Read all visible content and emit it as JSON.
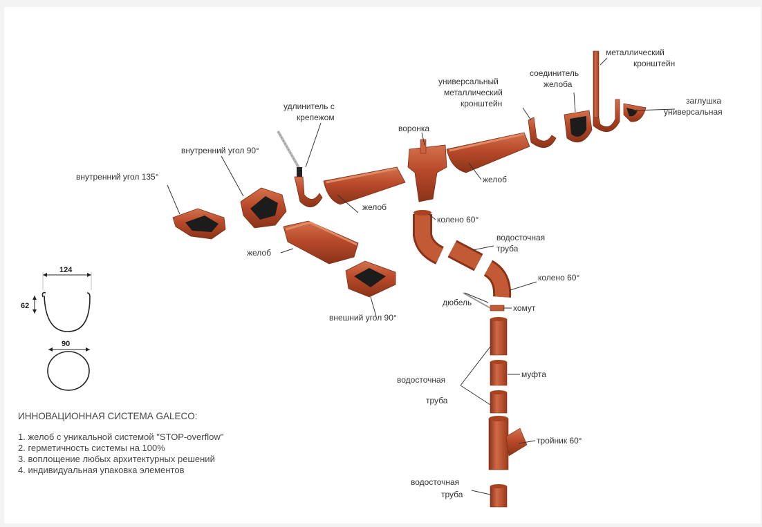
{
  "labels": {
    "inner_corner_135": "внутренний угол 135°",
    "inner_corner_90": "внутренний угол 90°",
    "extender": [
      "удлинитель с",
      "крепежом"
    ],
    "gutter_1": "желоб",
    "gutter_2": "желоб",
    "gutter_3": "желоб",
    "funnel": "воронка",
    "universal_bracket": [
      "универсальный",
      "металлический",
      "кронштейн"
    ],
    "gutter_connector": [
      "соединитель",
      "желоба"
    ],
    "metal_bracket": [
      "металлический",
      "кронштейн"
    ],
    "universal_cap": [
      "заглушка",
      "универсальная"
    ],
    "elbow_60_top": "колено 60°",
    "downpipe_1": [
      "водосточная",
      "труба"
    ],
    "elbow_60_mid": "колено 60°",
    "dowel": "дюбель",
    "clamp": "хомут",
    "outer_corner_90": "внешний угол 90°",
    "downpipe_2": [
      "водосточная",
      "труба"
    ],
    "coupling": "муфта",
    "tee_60": "тройник 60°",
    "downpipe_3": [
      "водосточная",
      "труба"
    ]
  },
  "dimensions": {
    "gutter_width": "124",
    "gutter_depth": "62",
    "pipe_diameter": "90"
  },
  "info": {
    "title": "ИННОВАЦИОННАЯ СИСТЕМА GALECO:",
    "items": [
      "1. желоб с уникальной системой \"STOP-overflow\"",
      "2.  герметичность системы на 100%",
      "3. воплощение любых архитектурных решений",
      "4. индивидуальная упаковка элементов"
    ]
  },
  "colors": {
    "copper": "#b84a2a",
    "copper_light": "#d4714d",
    "copper_dark": "#8a3319",
    "inner": "#1c1c1c"
  }
}
